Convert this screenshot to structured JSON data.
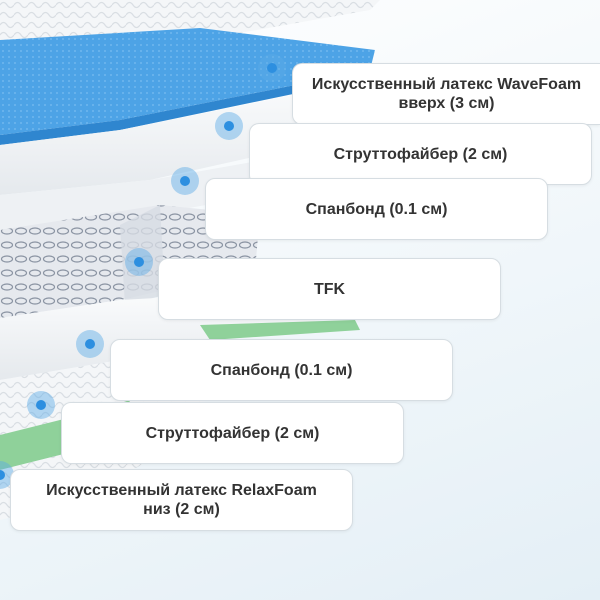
{
  "layers": [
    {
      "label": "Искусственный латекс WaveFoam\nвверх (3 см)"
    },
    {
      "label": "Струттофайбер (2 см)"
    },
    {
      "label": "Спанбонд (0.1 см)"
    },
    {
      "label": "TFK"
    },
    {
      "label": "Спанбонд (0.1 см)"
    },
    {
      "label": "Струттофайбер (2 см)"
    },
    {
      "label": "Искусственный латекс RelaxFoam\nниз (2 см)"
    }
  ],
  "colors": {
    "foam_blue": "#4da3e6",
    "latex_green": "#8fd19a",
    "marker": "#2d8fe0"
  }
}
